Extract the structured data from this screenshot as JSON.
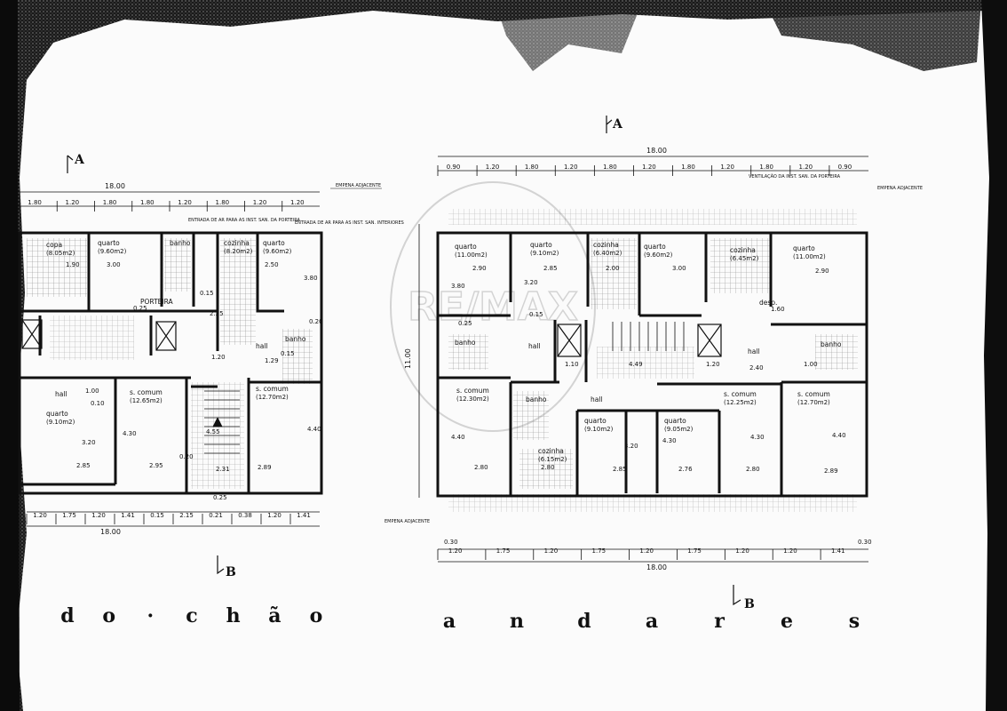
{
  "section_marks": {
    "a": "A",
    "b": "B"
  },
  "note": "EMPENA ADJACENTE",
  "titles": {
    "left": [
      "d",
      "o",
      "·",
      "c",
      "h",
      "ã",
      "o"
    ],
    "right": [
      "a",
      "n",
      "d",
      "a",
      "r",
      "e",
      "s"
    ]
  },
  "watermark": "RE/MAX",
  "plan_left": {
    "total_width": "18.00",
    "top_dims": [
      "1.80",
      "1.20",
      "1.80",
      "1.80",
      "1.20",
      "1.80",
      "1.20",
      "1.20"
    ],
    "bottom_dims": [
      "1.20",
      "1.75",
      "1.20",
      "1.41",
      "0.15",
      "2.15",
      "0.21",
      "0.38",
      "1.20",
      "1.41"
    ],
    "notes": [
      "ENTRADA DE AR PARA AS INST. SAN. DA PORTEIRA",
      "ENTRADA DE AR PARA AS INST. SAN. INTERIORES"
    ],
    "rooms": [
      {
        "label": "copa",
        "area": "(8.05m2)"
      },
      {
        "label": "quarto",
        "area": "(9.60m2)"
      },
      {
        "label": "banho",
        "area": ""
      },
      {
        "label": "cozinha",
        "area": "(8.20m2)"
      },
      {
        "label": "quarto",
        "area": "(9.60m2)"
      },
      {
        "label": "PORTEIRA",
        "area": ""
      },
      {
        "label": "hall",
        "area": ""
      },
      {
        "label": "banho",
        "area": ""
      },
      {
        "label": "hall",
        "area": ""
      },
      {
        "label": "s. comum",
        "area": "(12.65m2)"
      },
      {
        "label": "s. comum",
        "area": "(12.70m2)"
      },
      {
        "label": "quarto",
        "area": "(9.10m2)"
      }
    ],
    "inner_dims": [
      "1.90",
      "3.00",
      "2.50",
      "3.80",
      "0.25",
      "0.15",
      "2.25",
      "4.40",
      "1.29",
      "0.15",
      "0.20",
      "1.00",
      "0.10",
      "3.20",
      "4.30",
      "2.85",
      "2.95",
      "2.31",
      "2.89",
      "1.20",
      "0.20",
      "4.55",
      "0.25"
    ]
  },
  "plan_right": {
    "total_width": "18.00",
    "top_dims": [
      "0.90",
      "1.20",
      "1.80",
      "1.20",
      "1.80",
      "1.20",
      "1.80",
      "1.20",
      "1.80",
      "1.20",
      "0.90"
    ],
    "bottom_dims": [
      "1.20",
      "1.75",
      "1.20",
      "1.75",
      "1.20",
      "1.75",
      "1.20",
      "1.20",
      "1.41"
    ],
    "height": "11.00",
    "notes": [
      "VENTILAÇÃO DA INST. SAN. DA PORTEIRA"
    ],
    "rooms": [
      {
        "label": "quarto",
        "area": "(11.00m2)"
      },
      {
        "label": "quarto",
        "area": "(9.10m2)"
      },
      {
        "label": "cozinha",
        "area": "(6.40m2)"
      },
      {
        "label": "quarto",
        "area": "(9.60m2)"
      },
      {
        "label": "cozinha",
        "area": "(6.45m2)"
      },
      {
        "label": "quarto",
        "area": "(11.00m2)"
      },
      {
        "label": "desp.",
        "area": ""
      },
      {
        "label": "banho",
        "area": ""
      },
      {
        "label": "hall",
        "area": ""
      },
      {
        "label": "hall",
        "area": ""
      },
      {
        "label": "banho",
        "area": ""
      },
      {
        "label": "s. comum",
        "area": "(12.30m2)"
      },
      {
        "label": "banho",
        "area": ""
      },
      {
        "label": "hall",
        "area": ""
      },
      {
        "label": "s. comum",
        "area": "(12.25m2)"
      },
      {
        "label": "s. comum",
        "area": "(12.70m2)"
      },
      {
        "label": "quarto",
        "area": "(9.10m2)"
      },
      {
        "label": "quarto",
        "area": "(9.05m2)"
      },
      {
        "label": "cozinha",
        "area": "(6.15m2)"
      }
    ],
    "inner_dims": [
      "2.90",
      "2.85",
      "2.00",
      "3.00",
      "2.90",
      "3.80",
      "3.20",
      "4.49",
      "2.40",
      "4.40",
      "2.80",
      "2.80",
      "2.85",
      "2.76",
      "2.80",
      "2.89",
      "4.30",
      "3.20",
      "4.30",
      "4.40",
      "1.60",
      "0.25",
      "0.15",
      "1.00",
      "1.10",
      "1.20",
      "0.30",
      "0.30"
    ]
  }
}
